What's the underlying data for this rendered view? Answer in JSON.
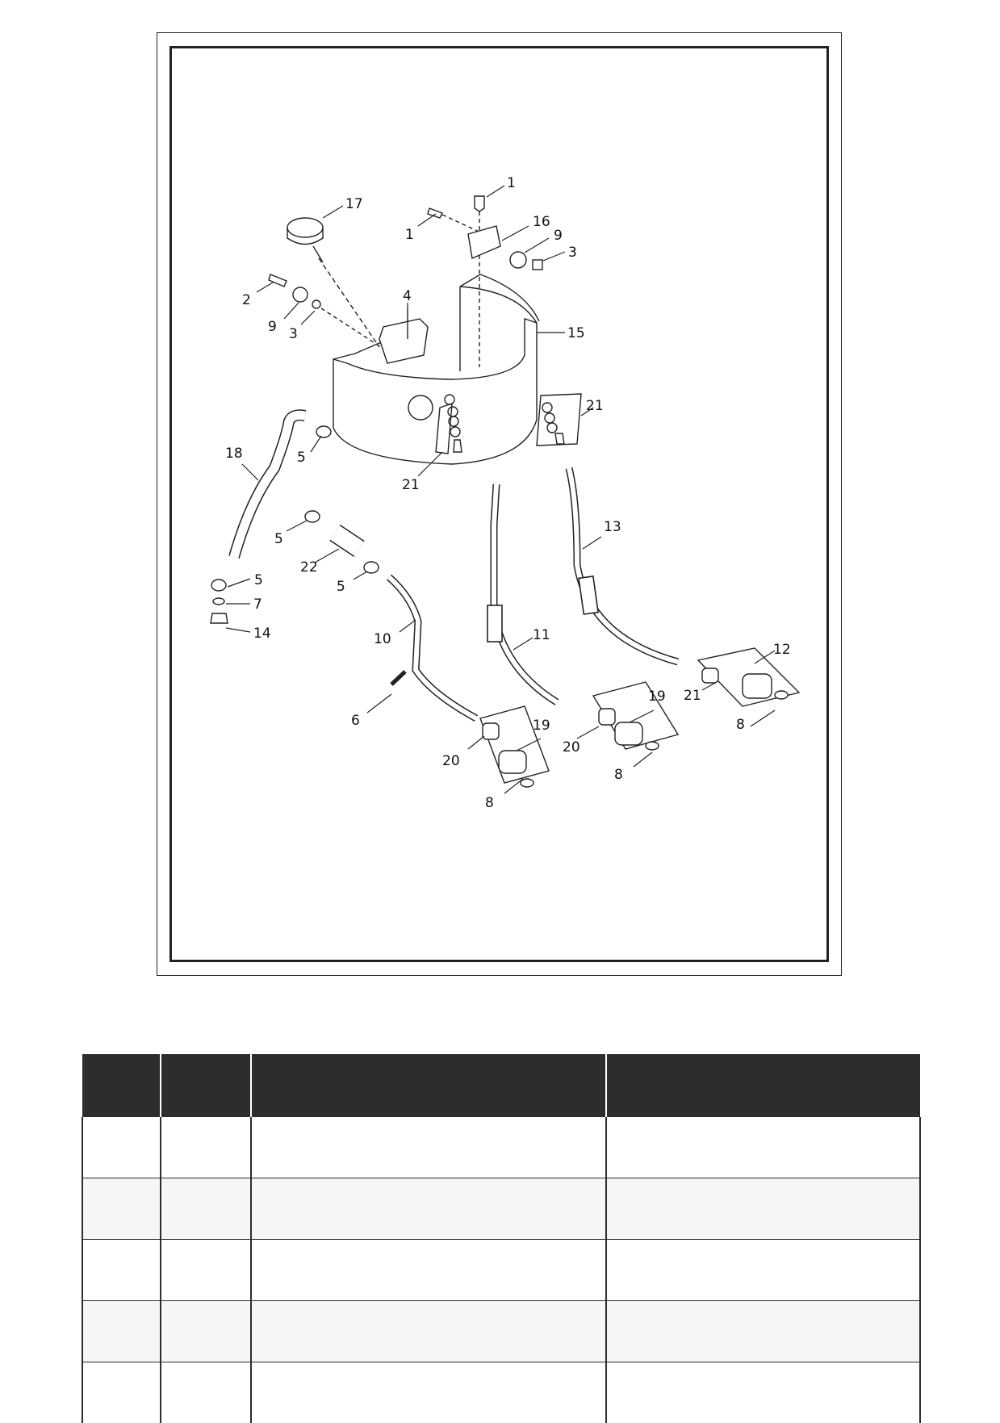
{
  "callouts": [
    "1",
    "1",
    "16",
    "9",
    "3",
    "17",
    "2",
    "9",
    "3",
    "4",
    "15",
    "21",
    "21",
    "18",
    "5",
    "5",
    "5",
    "22",
    "5",
    "7",
    "14",
    "10",
    "6",
    "11",
    "13",
    "12",
    "21",
    "8",
    "19",
    "20",
    "8",
    "19",
    "20",
    "8"
  ],
  "table": {
    "columns": [
      "",
      "",
      "",
      ""
    ],
    "rows": [
      [
        "",
        "",
        "",
        ""
      ],
      [
        "",
        "",
        "",
        ""
      ],
      [
        "",
        "",
        "",
        ""
      ],
      [
        "",
        "",
        "",
        ""
      ],
      [
        "",
        "",
        "",
        ""
      ]
    ]
  }
}
